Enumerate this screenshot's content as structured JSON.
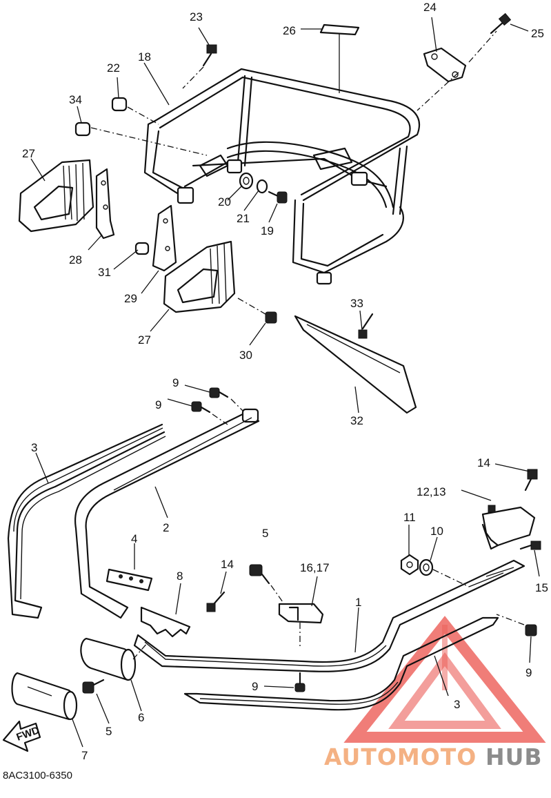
{
  "diagram": {
    "code": "8AC3100-6350",
    "fwd_label": "FWD",
    "callouts": [
      {
        "id": "c1",
        "text": "1"
      },
      {
        "id": "c2",
        "text": "2"
      },
      {
        "id": "c3a",
        "text": "3"
      },
      {
        "id": "c3b",
        "text": "3"
      },
      {
        "id": "c4",
        "text": "4"
      },
      {
        "id": "c5a",
        "text": "5"
      },
      {
        "id": "c5b",
        "text": "5"
      },
      {
        "id": "c6",
        "text": "6"
      },
      {
        "id": "c7",
        "text": "7"
      },
      {
        "id": "c8",
        "text": "8"
      },
      {
        "id": "c9a",
        "text": "9"
      },
      {
        "id": "c9b",
        "text": "9"
      },
      {
        "id": "c9c",
        "text": "9"
      },
      {
        "id": "c9d",
        "text": "9"
      },
      {
        "id": "c10",
        "text": "10"
      },
      {
        "id": "c11",
        "text": "11"
      },
      {
        "id": "c1213",
        "text": "12,13"
      },
      {
        "id": "c14a",
        "text": "14"
      },
      {
        "id": "c14b",
        "text": "14"
      },
      {
        "id": "c15",
        "text": "15"
      },
      {
        "id": "c1617",
        "text": "16,17"
      },
      {
        "id": "c18",
        "text": "18"
      },
      {
        "id": "c19",
        "text": "19"
      },
      {
        "id": "c20",
        "text": "20"
      },
      {
        "id": "c21",
        "text": "21"
      },
      {
        "id": "c22",
        "text": "22"
      },
      {
        "id": "c23",
        "text": "23"
      },
      {
        "id": "c24",
        "text": "24"
      },
      {
        "id": "c25",
        "text": "25"
      },
      {
        "id": "c26",
        "text": "26"
      },
      {
        "id": "c27a",
        "text": "27"
      },
      {
        "id": "c27b",
        "text": "27"
      },
      {
        "id": "c28",
        "text": "28"
      },
      {
        "id": "c29",
        "text": "29"
      },
      {
        "id": "c30",
        "text": "30"
      },
      {
        "id": "c31",
        "text": "31"
      },
      {
        "id": "c32",
        "text": "32"
      },
      {
        "id": "c33",
        "text": "33"
      },
      {
        "id": "c34",
        "text": "34"
      }
    ]
  },
  "watermark": {
    "part1": "AUTOMOTO",
    "part2": "HUB",
    "color_primary": "#f4b183",
    "color_secondary": "#8c8c8c",
    "logo_color": "#e8413a"
  }
}
